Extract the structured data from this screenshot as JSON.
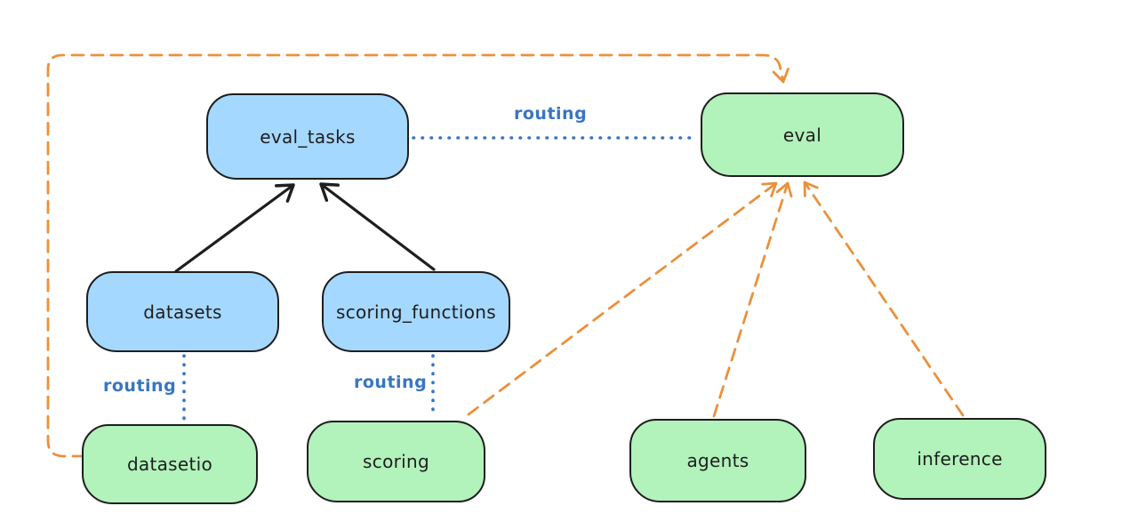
{
  "diagram": {
    "nodes": {
      "eval_tasks": {
        "label": "eval_tasks",
        "fill": "#a5d8ff"
      },
      "eval": {
        "label": "eval",
        "fill": "#b2f2bb"
      },
      "datasets": {
        "label": "datasets",
        "fill": "#a5d8ff"
      },
      "scoring_functions": {
        "label": "scoring_functions",
        "fill": "#a5d8ff"
      },
      "datasetio": {
        "label": "datasetio",
        "fill": "#b2f2bb"
      },
      "scoring": {
        "label": "scoring",
        "fill": "#b2f2bb"
      },
      "agents": {
        "label": "agents",
        "fill": "#b2f2bb"
      },
      "inference": {
        "label": "inference",
        "fill": "#b2f2bb"
      }
    },
    "edge_labels": {
      "routing_eval_tasks_to_eval": "routing",
      "routing_datasets_to_datasetio": "routing",
      "routing_scoring_functions_to_scoring": "routing"
    },
    "colors": {
      "node_stroke": "#1e1e1e",
      "blue_fill": "#a5d8ff",
      "green_fill": "#b2f2bb",
      "routing_blue": "#3876c2",
      "dependency_black": "#1e1e1e",
      "provider_orange": "#e9913c",
      "background": "#ffffff"
    }
  }
}
